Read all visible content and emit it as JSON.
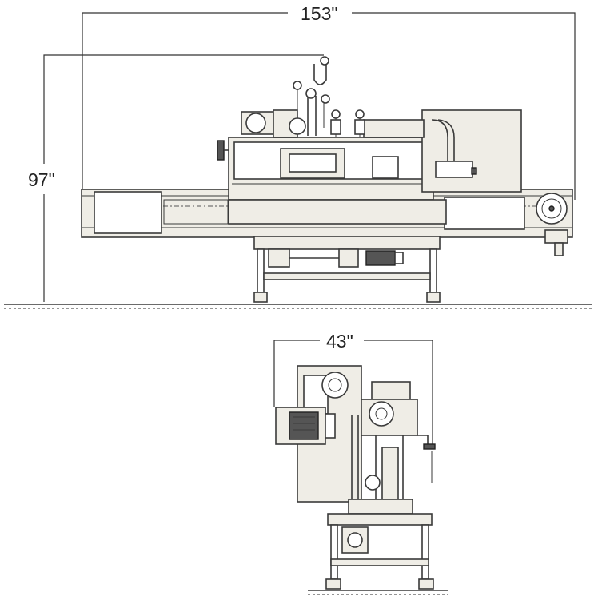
{
  "dimensions": {
    "length": "153\"",
    "height": "97\"",
    "width": "43\""
  }
}
